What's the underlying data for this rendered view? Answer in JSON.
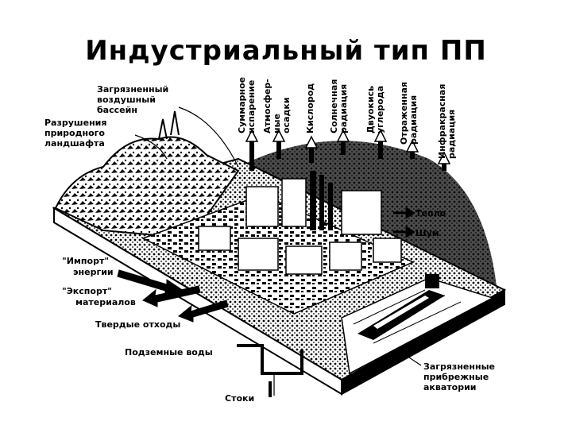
{
  "title": "Индустриальный тип ПП",
  "labels": {
    "polluted_air_basin": [
      "Загрязненный",
      "воздушный",
      "бассейн"
    ],
    "landscape_destruction": [
      "Разрушения",
      "природного",
      "ландшафта"
    ],
    "energy_import": [
      "\"Импорт\"",
      "энергии"
    ],
    "materials_export": [
      "\"Экспорт\"",
      "материалов"
    ],
    "solid_waste": "Твердые отходы",
    "groundwater": "Подземные воды",
    "runoff": "Стоки",
    "polluted_coastal_waters": [
      "Загрязненные",
      "прибрежные",
      "акватории"
    ],
    "heat": "Тепло",
    "noise": "Шум"
  },
  "vertical_labels": [
    [
      "Суммарное",
      "испарение"
    ],
    [
      "Атмосфер-",
      "ные",
      "осадки"
    ],
    [
      "Кислород"
    ],
    [
      "Солнечная",
      "радиация"
    ],
    [
      "Двуокись",
      "углерода"
    ],
    [
      "Отраженная",
      "радиация"
    ],
    [
      "Инфракрасная",
      "радиация"
    ]
  ]
}
